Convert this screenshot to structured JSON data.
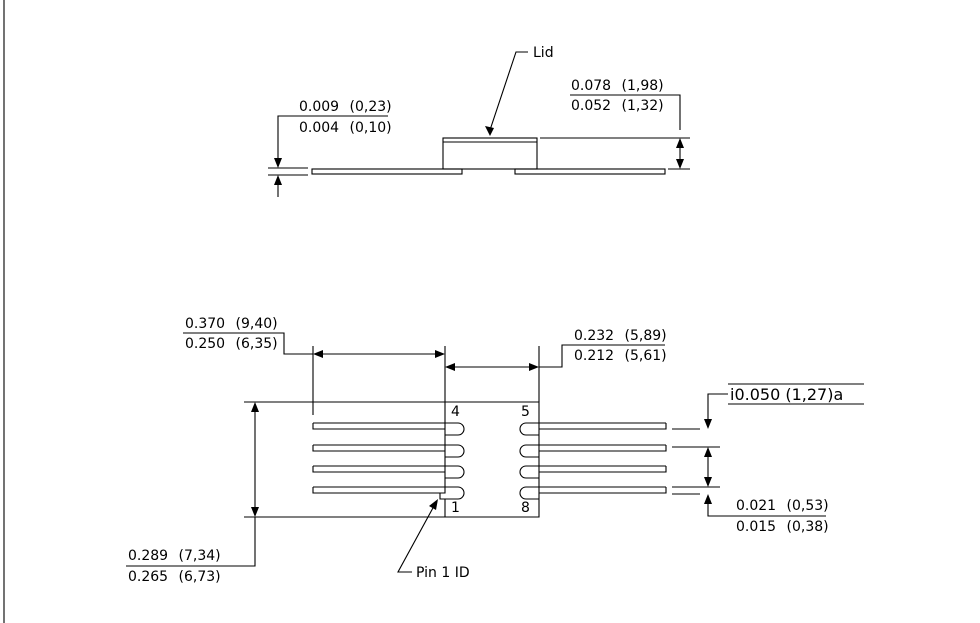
{
  "labels": {
    "lid": "Lid",
    "pin1_id": "Pin 1 ID",
    "pin_4": "4",
    "pin_5": "5",
    "pin_1": "1",
    "pin_8": "8"
  },
  "dimensions": {
    "lead_thickness": {
      "inch_max": "0.009",
      "mm_max": "(0,23)",
      "inch_min": "0.004",
      "mm_min": "(0,10)"
    },
    "package_height": {
      "inch_max": "0.078",
      "mm_max": "(1,98)",
      "inch_min": "0.052",
      "mm_min": "(1,32)"
    },
    "lead_length": {
      "inch_max": "0.370",
      "mm_max": "(9,40)",
      "inch_min": "0.250",
      "mm_min": "(6,35)"
    },
    "body_width": {
      "inch_max": "0.232",
      "mm_max": "(5,89)",
      "inch_min": "0.212",
      "mm_min": "(5,61)"
    },
    "body_length": {
      "inch_max": "0.289",
      "mm_max": "(7,34)",
      "inch_min": "0.265",
      "mm_min": "(6,73)"
    },
    "lead_pitch": {
      "text": "i0.050  (1,27)a"
    },
    "lead_width": {
      "inch_max": "0.021",
      "mm_max": "(0,53)",
      "inch_min": "0.015",
      "mm_min": "(0,38)"
    }
  }
}
